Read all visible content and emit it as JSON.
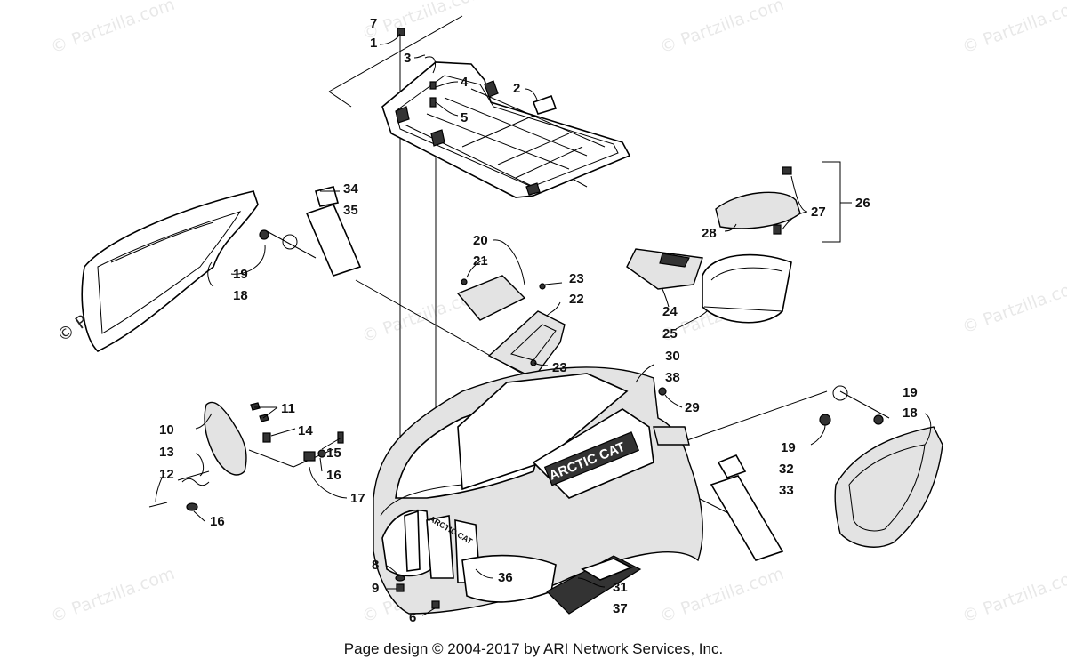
{
  "watermark": {
    "text": "© Partzilla.com",
    "dark_text": "© Partzilla.com"
  },
  "callouts": [
    {
      "id": "c7",
      "label": "7"
    },
    {
      "id": "c1",
      "label": "1"
    },
    {
      "id": "c3",
      "label": "3"
    },
    {
      "id": "c4",
      "label": "4"
    },
    {
      "id": "c5",
      "label": "5"
    },
    {
      "id": "c2",
      "label": "2"
    },
    {
      "id": "c34",
      "label": "34"
    },
    {
      "id": "c35",
      "label": "35"
    },
    {
      "id": "c19a",
      "label": "19"
    },
    {
      "id": "c18a",
      "label": "18"
    },
    {
      "id": "c20",
      "label": "20"
    },
    {
      "id": "c21",
      "label": "21"
    },
    {
      "id": "c23a",
      "label": "23"
    },
    {
      "id": "c22",
      "label": "22"
    },
    {
      "id": "c23b",
      "label": "23"
    },
    {
      "id": "c27",
      "label": "27"
    },
    {
      "id": "c26",
      "label": "26"
    },
    {
      "id": "c28",
      "label": "28"
    },
    {
      "id": "c24",
      "label": "24"
    },
    {
      "id": "c25",
      "label": "25"
    },
    {
      "id": "c30",
      "label": "30"
    },
    {
      "id": "c38",
      "label": "38"
    },
    {
      "id": "c29",
      "label": "29"
    },
    {
      "id": "c19b",
      "label": "19"
    },
    {
      "id": "c18b",
      "label": "18"
    },
    {
      "id": "c19c",
      "label": "19"
    },
    {
      "id": "c32",
      "label": "32"
    },
    {
      "id": "c33",
      "label": "33"
    },
    {
      "id": "c11",
      "label": "11"
    },
    {
      "id": "c10",
      "label": "10"
    },
    {
      "id": "c14",
      "label": "14"
    },
    {
      "id": "c15",
      "label": "15"
    },
    {
      "id": "c13",
      "label": "13"
    },
    {
      "id": "c16a",
      "label": "16"
    },
    {
      "id": "c12",
      "label": "12"
    },
    {
      "id": "c17",
      "label": "17"
    },
    {
      "id": "c16b",
      "label": "16"
    },
    {
      "id": "c36",
      "label": "36"
    },
    {
      "id": "c8",
      "label": "8"
    },
    {
      "id": "c9",
      "label": "9"
    },
    {
      "id": "c6",
      "label": "6"
    },
    {
      "id": "c31",
      "label": "31"
    },
    {
      "id": "c37",
      "label": "37"
    }
  ],
  "decals": {
    "brand_large": "ARCTIC CAT",
    "brand_small": "ARCTIC CAT"
  },
  "footer": {
    "credit": "Page design © 2004-2017 by ARI Network Services, Inc."
  }
}
